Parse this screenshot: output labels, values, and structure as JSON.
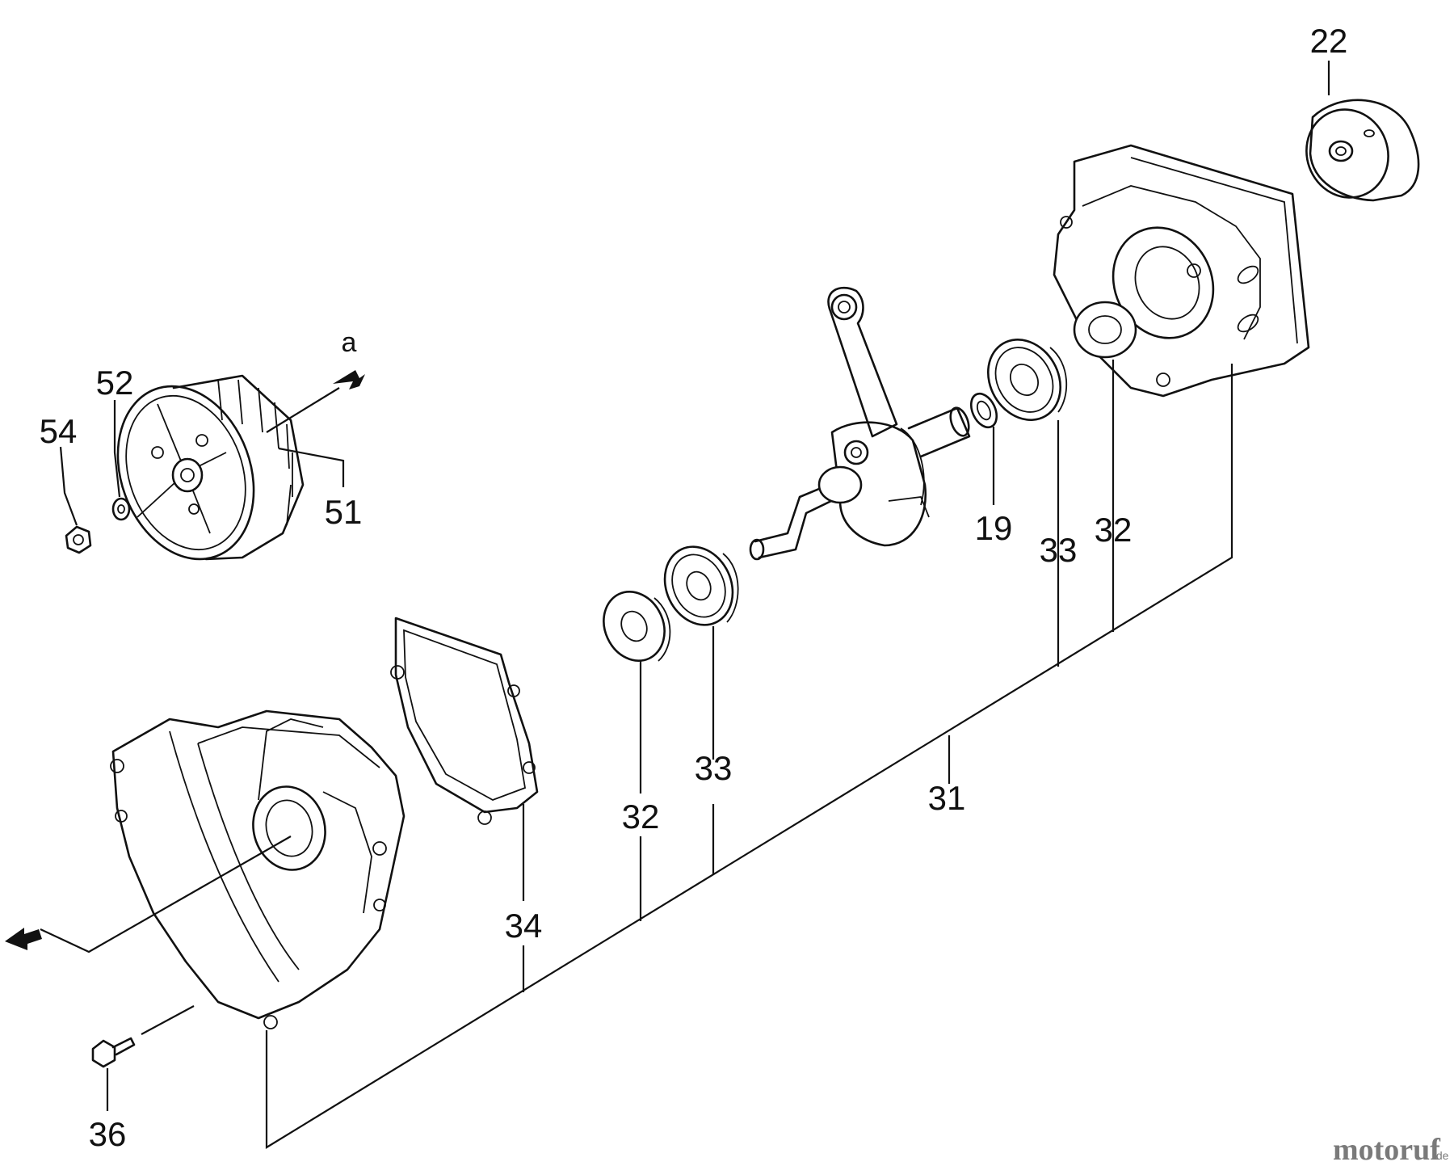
{
  "callouts": {
    "c22": "22",
    "c52": "52",
    "c54": "54",
    "c51": "51",
    "c19": "19",
    "c33a": "33",
    "c32a": "32",
    "c31": "31",
    "c32b": "32",
    "c33b": "33",
    "c34": "34",
    "c36": "36"
  },
  "arrow_letter": "a",
  "watermark": {
    "main": "motoruf",
    "suffix": ".de",
    "main_color": "#7a7a7a",
    "dot_color": "#d98c1a"
  }
}
